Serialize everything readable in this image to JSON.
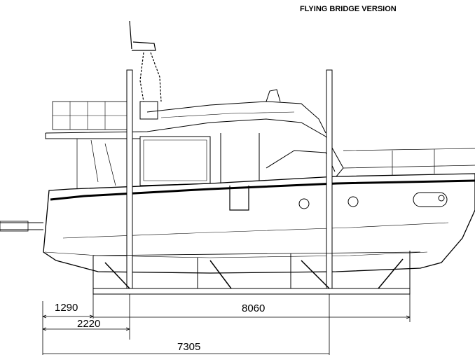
{
  "title": "FLYING BRIDGE VERSION",
  "dimensions": {
    "overhang": "1290",
    "cradle_length": "8060",
    "first_post": "2220",
    "second_post": "7305"
  }
}
